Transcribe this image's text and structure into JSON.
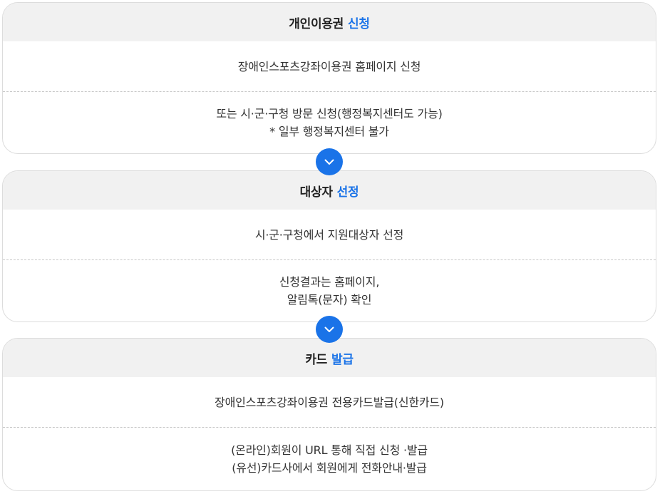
{
  "steps": [
    {
      "title": "개인이용권",
      "accent": "신청",
      "rows": [
        {
          "lines": [
            "장애인스포츠강좌이용권 홈페이지 신청"
          ]
        },
        {
          "lines": [
            "또는 시·군·구청 방문 신청(행정복지센터도 가능)",
            "* 일부 행정복지센터 불가"
          ]
        }
      ]
    },
    {
      "title": "대상자",
      "accent": "선정",
      "rows": [
        {
          "lines": [
            "시·군·구청에서 지원대상자 선정"
          ]
        },
        {
          "lines": [
            "신청결과는 홈페이지,",
            "알림톡(문자) 확인"
          ]
        }
      ]
    },
    {
      "title": "카드",
      "accent": "발급",
      "rows": [
        {
          "lines": [
            "장애인스포츠강좌이용권 전용카드발급(신한카드)"
          ]
        },
        {
          "lines": [
            "(온라인)회원이 URL 통해 직접 신청 ·발급",
            "(유선)카드사에서 회원에게 전화안내·발급"
          ]
        }
      ]
    }
  ],
  "icons": {
    "arrow": "chevron-down-icon"
  },
  "colors": {
    "accent": "#1a73e8",
    "header_bg": "#f1f1f1"
  }
}
